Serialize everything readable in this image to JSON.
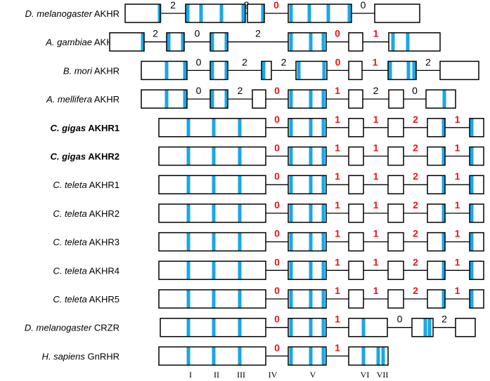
{
  "colors": {
    "tm": "#1aa7e6",
    "phase_red": "#e8141b",
    "phase_black": "#000000",
    "line": "#000000"
  },
  "tm_labels": [
    "I",
    "II",
    "III",
    "IV",
    "V",
    "VI",
    "VII"
  ],
  "rows": [
    {
      "species": "D. melanogaster",
      "gene": "AKHR",
      "bold": false,
      "exons": [
        [
          178,
          228,
          [
            227
          ]
        ],
        [
          264,
          349,
          [
            267,
            286,
            315,
            346
          ]
        ],
        [
          352,
          376,
          [
            374
          ]
        ],
        [
          410,
          500,
          [
            414,
            440,
            467,
            497
          ]
        ],
        [
          533,
          597,
          []
        ]
      ],
      "phases": [
        "2",
        "2",
        "0",
        "0"
      ],
      "phase_red": [
        false,
        false,
        true,
        false
      ]
    },
    {
      "species": "A. gambiae",
      "gene": "AKHR",
      "bold": false,
      "exons": [
        [
          156,
          205,
          [
            203
          ]
        ],
        [
          237,
          262,
          [
            240,
            260
          ]
        ],
        [
          299,
          324,
          [
            302,
            322
          ]
        ],
        [
          410,
          464,
          [
            414,
            442,
            460
          ]
        ],
        [
          496,
          516,
          []
        ],
        [
          553,
          626,
          [
            559,
            580
          ]
        ]
      ],
      "phases": [
        "2",
        "0",
        "2",
        "0",
        "1",
        "2"
      ],
      "phase_red": [
        false,
        false,
        false,
        true,
        true,
        false
      ]
    },
    {
      "species": "B. mori",
      "gene": "AKHR",
      "bold": false,
      "exons": [
        [
          201,
          266,
          [
            237,
            263
          ]
        ],
        [
          299,
          324,
          [
            302,
            322
          ]
        ],
        [
          372,
          386,
          [
            375
          ]
        ],
        [
          421,
          465,
          [
            425,
            461
          ]
        ],
        [
          496,
          515,
          []
        ],
        [
          552,
          592,
          [
            555,
            581,
            589
          ]
        ],
        [
          626,
          681,
          []
        ]
      ],
      "phases": [
        "0",
        "2",
        "2",
        "0",
        "1",
        "2",
        "0"
      ],
      "phase_red": [
        false,
        false,
        false,
        true,
        true,
        false,
        false
      ]
    },
    {
      "species": "A. mellifera",
      "gene": "AKHR",
      "bold": false,
      "exons": [
        [
          201,
          266,
          [
            237,
            263
          ]
        ],
        [
          299,
          324,
          [
            302,
            322
          ]
        ],
        [
          359,
          378,
          []
        ],
        [
          410,
          464,
          [
            414,
            442,
            460
          ]
        ],
        [
          496,
          516,
          []
        ],
        [
          553,
          574,
          []
        ],
        [
          606,
          648,
          [
            632
          ]
        ]
      ],
      "phases": [
        "0",
        "2",
        "0",
        "1",
        "2",
        "0"
      ],
      "phase_red": [
        false,
        false,
        true,
        true,
        false,
        false
      ]
    },
    {
      "species": "C. gigas",
      "gene": "AKHR1",
      "bold": true,
      "exons": [
        [
          226,
          378,
          [
            268,
            304,
            341
          ]
        ],
        [
          410,
          464,
          [
            414,
            442,
            460
          ]
        ],
        [
          496,
          517,
          []
        ],
        [
          552,
          574,
          []
        ],
        [
          608,
          633,
          [
            631
          ]
        ],
        [
          668,
          688,
          [
            671
          ]
        ]
      ],
      "phases": [
        "0",
        "1",
        "1",
        "2",
        "1"
      ],
      "phase_red": [
        true,
        true,
        true,
        true,
        true
      ]
    },
    {
      "species": "C. gigas",
      "gene": "AKHR2",
      "bold": true,
      "exons": [
        [
          226,
          378,
          [
            268,
            304,
            341
          ]
        ],
        [
          410,
          464,
          [
            414,
            442,
            460
          ]
        ],
        [
          496,
          517,
          []
        ],
        [
          552,
          574,
          []
        ],
        [
          608,
          633,
          [
            631
          ]
        ],
        [
          668,
          688,
          [
            671
          ]
        ]
      ],
      "phases": [
        "0",
        "1",
        "1",
        "2",
        "1"
      ],
      "phase_red": [
        true,
        true,
        true,
        true,
        true
      ]
    },
    {
      "species": "C. teleta",
      "gene": "AKHR1",
      "bold": false,
      "exons": [
        [
          226,
          378,
          [
            268,
            304,
            341
          ]
        ],
        [
          410,
          464,
          [
            414,
            442,
            460
          ]
        ],
        [
          496,
          517,
          []
        ],
        [
          552,
          574,
          []
        ],
        [
          608,
          633,
          [
            631
          ]
        ],
        [
          668,
          688,
          [
            671
          ]
        ]
      ],
      "phases": [
        "0",
        "1",
        "1",
        "2",
        "1"
      ],
      "phase_red": [
        true,
        true,
        true,
        true,
        true
      ]
    },
    {
      "species": "C. teleta",
      "gene": "AKHR2",
      "bold": false,
      "exons": [
        [
          226,
          378,
          [
            268,
            304,
            341
          ]
        ],
        [
          410,
          464,
          [
            414,
            442,
            460
          ]
        ],
        [
          496,
          517,
          []
        ],
        [
          552,
          574,
          []
        ],
        [
          608,
          633,
          [
            631
          ]
        ],
        [
          668,
          688,
          [
            671
          ]
        ]
      ],
      "phases": [
        "0",
        "1",
        "1",
        "2",
        "1"
      ],
      "phase_red": [
        true,
        true,
        true,
        true,
        true
      ]
    },
    {
      "species": "C. teleta",
      "gene": "AKHR3",
      "bold": false,
      "exons": [
        [
          226,
          378,
          [
            268,
            304,
            341
          ]
        ],
        [
          410,
          464,
          [
            414,
            442,
            460
          ]
        ],
        [
          496,
          517,
          []
        ],
        [
          552,
          574,
          []
        ],
        [
          608,
          633,
          [
            631
          ]
        ],
        [
          668,
          688,
          [
            671
          ]
        ]
      ],
      "phases": [
        "0",
        "1",
        "1",
        "2",
        "1"
      ],
      "phase_red": [
        true,
        true,
        true,
        true,
        true
      ]
    },
    {
      "species": "C. teleta",
      "gene": "AKHR4",
      "bold": false,
      "exons": [
        [
          226,
          378,
          [
            268,
            304,
            341
          ]
        ],
        [
          410,
          464,
          [
            414,
            442,
            460
          ]
        ],
        [
          496,
          517,
          []
        ],
        [
          552,
          574,
          []
        ],
        [
          608,
          633,
          [
            631
          ]
        ],
        [
          668,
          688,
          [
            671
          ]
        ]
      ],
      "phases": [
        "0",
        "1",
        "1",
        "2",
        "1"
      ],
      "phase_red": [
        true,
        true,
        true,
        true,
        true
      ]
    },
    {
      "species": "C. teleta",
      "gene": "AKHR5",
      "bold": false,
      "exons": [
        [
          226,
          378,
          [
            268,
            304,
            341
          ]
        ],
        [
          410,
          464,
          [
            414,
            442,
            460
          ]
        ],
        [
          496,
          517,
          []
        ],
        [
          552,
          574,
          []
        ],
        [
          608,
          633,
          [
            631
          ]
        ],
        [
          668,
          688,
          [
            671
          ]
        ]
      ],
      "phases": [
        "0",
        "1",
        "1",
        "2",
        "1"
      ],
      "phase_red": [
        true,
        true,
        true,
        true,
        true
      ]
    },
    {
      "species": "D. melanogaster",
      "gene": "CRZR",
      "bold": false,
      "exons": [
        [
          228,
          378,
          [
            268,
            304,
            341
          ]
        ],
        [
          410,
          464,
          [
            414,
            442,
            460
          ]
        ],
        [
          496,
          551,
          [
            517
          ]
        ],
        [
          586,
          616,
          [
            605,
            611
          ]
        ],
        [
          648,
          676,
          []
        ]
      ],
      "phases": [
        "0",
        "1",
        "0",
        "2"
      ],
      "phase_red": [
        true,
        true,
        false,
        false
      ]
    },
    {
      "species": "H. sapiens",
      "gene": "GnRHR",
      "bold": false,
      "exons": [
        [
          226,
          378,
          [
            268,
            304,
            341
          ]
        ],
        [
          410,
          464,
          [
            414,
            442,
            460
          ]
        ],
        [
          496,
          552,
          [
            517,
            538,
            545
          ]
        ]
      ],
      "phases": [
        "0",
        "1"
      ],
      "phase_red": [
        true,
        true
      ]
    }
  ]
}
